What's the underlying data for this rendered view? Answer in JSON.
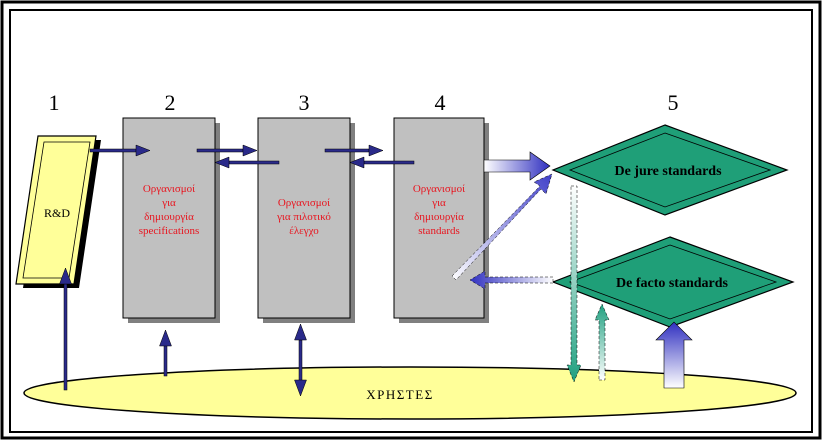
{
  "steps": {
    "s1": "1",
    "s2": "2",
    "s3": "3",
    "s4": "4",
    "s5": "5"
  },
  "boxes": {
    "rd": "R&D",
    "box2": [
      "Οργανισμοί",
      "για",
      "δημιουργία",
      "specifications"
    ],
    "box3": [
      "Οργανισμοί",
      "για πιλοτικό",
      "έλεγχο"
    ],
    "box4": [
      "Οργανισμοί",
      "για",
      "δημιουργία",
      "standards"
    ]
  },
  "diamonds": {
    "de_jure": "De jure standards",
    "de_facto": "De facto standards"
  },
  "users": {
    "label": "ΧΡΗΣΤΕΣ"
  },
  "colors": {
    "rd_fill": "#ffff99",
    "box_fill": "#c0c0c0",
    "diamond_fill": "#1f9f78",
    "ellipse_fill": "#ffff99",
    "arrow_blue": "#2a2a8a",
    "box_text": "#e8141e"
  }
}
